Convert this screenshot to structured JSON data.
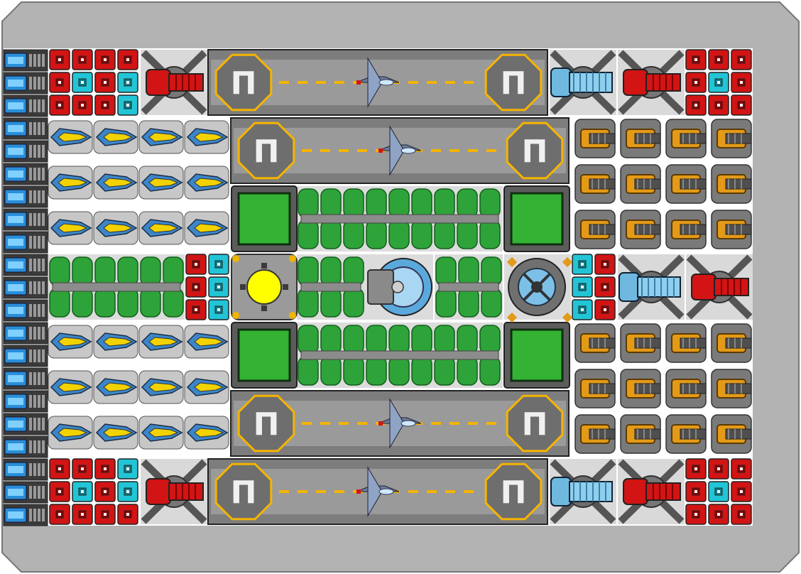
{
  "ship_editor": {
    "frame_color": "#b3b3b3",
    "deck_color": "#ffffff",
    "hangar_sign": "Π",
    "colors": {
      "outline": "#222222",
      "steel": "#8a8a8a",
      "dark_steel": "#5f5f5f",
      "red": "#d21414",
      "cyan": "#22c5d6",
      "blue_thruster": "#2a8ed8",
      "yellow_missile": "#f2d200",
      "orange": "#e39a18",
      "green": "#33b233",
      "green_tank": "#2ea33a",
      "runway_stripe": "#f5b400"
    },
    "grid": {
      "rows": [
        "#c3dc0",
        "#c3dc1",
        "#c3dc2",
        "#c3dc3",
        "#c3dc4",
        "#c3dc5",
        "#c3dc6",
        "#c3dc7",
        "#c3dc8",
        "#c3dc9",
        "#c3dc10",
        "#c3dc11",
        "#c3dc12",
        "#c3dc13",
        "#c3dc14",
        "#c3dc15",
        "#c3dc16",
        "#c3dc17",
        "#c3dc18",
        "#c3dc19",
        "#c3dc20"
      ]
    },
    "modules": {
      "engines_left_count": 21,
      "hangars": 4,
      "shield_generator": "shield-generator",
      "reactor": "reactor-core",
      "bridge": "command-bridge",
      "sensor": "sensor-array"
    }
  }
}
